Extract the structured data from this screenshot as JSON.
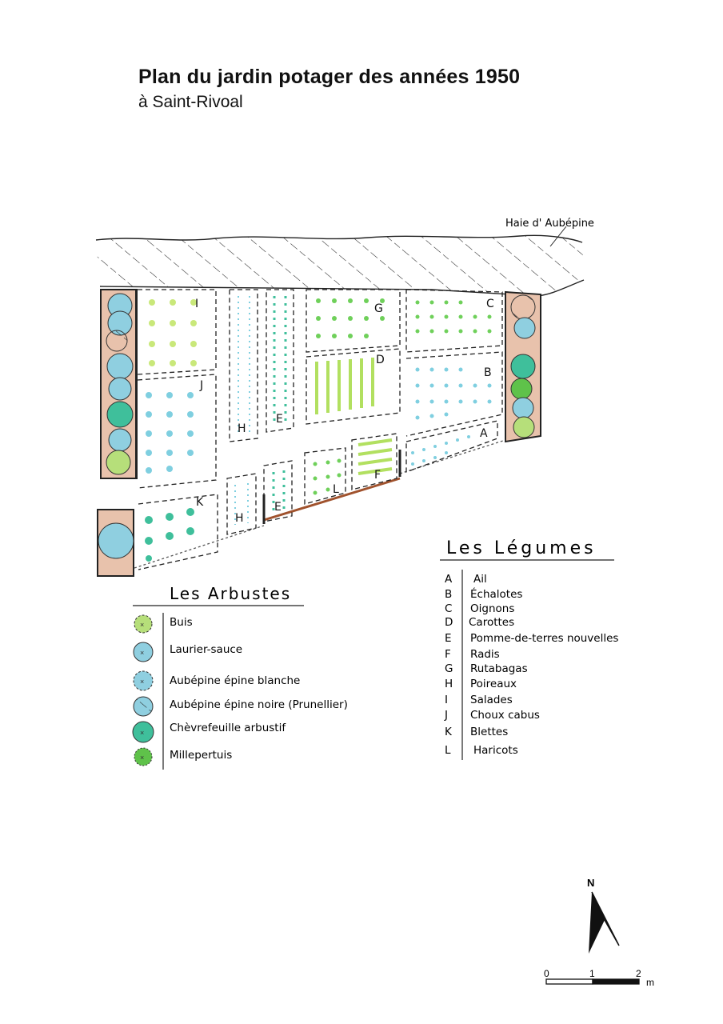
{
  "header": {
    "title": "Plan du jardin potager des années 1950",
    "subtitle": "à Saint-Rivoal"
  },
  "map": {
    "hedge_label": "Haie d' Aubépine",
    "plots": [
      {
        "letter": "A",
        "vegetable": "Ail"
      },
      {
        "letter": "B",
        "vegetable": "Échalotes"
      },
      {
        "letter": "C",
        "vegetable": "Oignons"
      },
      {
        "letter": "D",
        "vegetable": "Carottes"
      },
      {
        "letter": "E",
        "vegetable": "Pomme-de-terres nouvelles"
      },
      {
        "letter": "F",
        "vegetable": "Radis"
      },
      {
        "letter": "G",
        "vegetable": "Rutabagas"
      },
      {
        "letter": "H",
        "vegetable": "Poireaux"
      },
      {
        "letter": "I",
        "vegetable": "Salades"
      },
      {
        "letter": "J",
        "vegetable": "Choux cabus"
      },
      {
        "letter": "K",
        "vegetable": "Blettes"
      },
      {
        "letter": "L",
        "vegetable": "Haricots"
      }
    ]
  },
  "legend_vegetables": {
    "title": "Les Légumes",
    "items": [
      {
        "letter": "A",
        "label": "Ail"
      },
      {
        "letter": "B",
        "label": "Échalotes"
      },
      {
        "letter": "C",
        "label": "Oignons"
      },
      {
        "letter": "D",
        "label": "Carottes"
      },
      {
        "letter": "E",
        "label": "Pomme-de-terres nouvelles"
      },
      {
        "letter": "F",
        "label": "Radis"
      },
      {
        "letter": "G",
        "label": "Rutabagas"
      },
      {
        "letter": "H",
        "label": "Poireaux"
      },
      {
        "letter": "I",
        "label": "Salades"
      },
      {
        "letter": "J",
        "label": "Choux cabus"
      },
      {
        "letter": "K",
        "label": "Blettes"
      },
      {
        "letter": "L",
        "label": "Haricots"
      }
    ]
  },
  "legend_shrubs": {
    "title": "Les Arbustes",
    "items": [
      {
        "label": "Buis",
        "icon": "boxwood-icon",
        "color": "#b6df7a"
      },
      {
        "label": "Laurier-sauce",
        "icon": "bay-laurel-icon",
        "color": "#8fcfe0"
      },
      {
        "label": "Aubépine épine blanche",
        "icon": "white-hawthorn-icon",
        "color": "#8fcfe0"
      },
      {
        "label": "Aubépine épine noire (Prunellier)",
        "icon": "blackthorn-icon",
        "color": "#8fcfe0"
      },
      {
        "label": "Chèvrefeuille arbustif",
        "icon": "honeysuckle-icon",
        "color": "#3fbf9b"
      },
      {
        "label": "Millepertuis",
        "icon": "st-johns-wort-icon",
        "color": "#5fc24a"
      }
    ]
  },
  "compass": {
    "north_label": "N"
  },
  "scale_bar": {
    "labels": [
      "0",
      "1",
      "2"
    ],
    "unit": "m"
  },
  "colors": {
    "lettuce_green": "#c9e87a",
    "vegetable_blue": "#7fcfe0",
    "teal": "#3fbf9b",
    "bright_green": "#6fd05a",
    "carrot_green": "#b2e060",
    "bed_brown": "#e8c2ac",
    "wall_brown": "#a0522d"
  }
}
